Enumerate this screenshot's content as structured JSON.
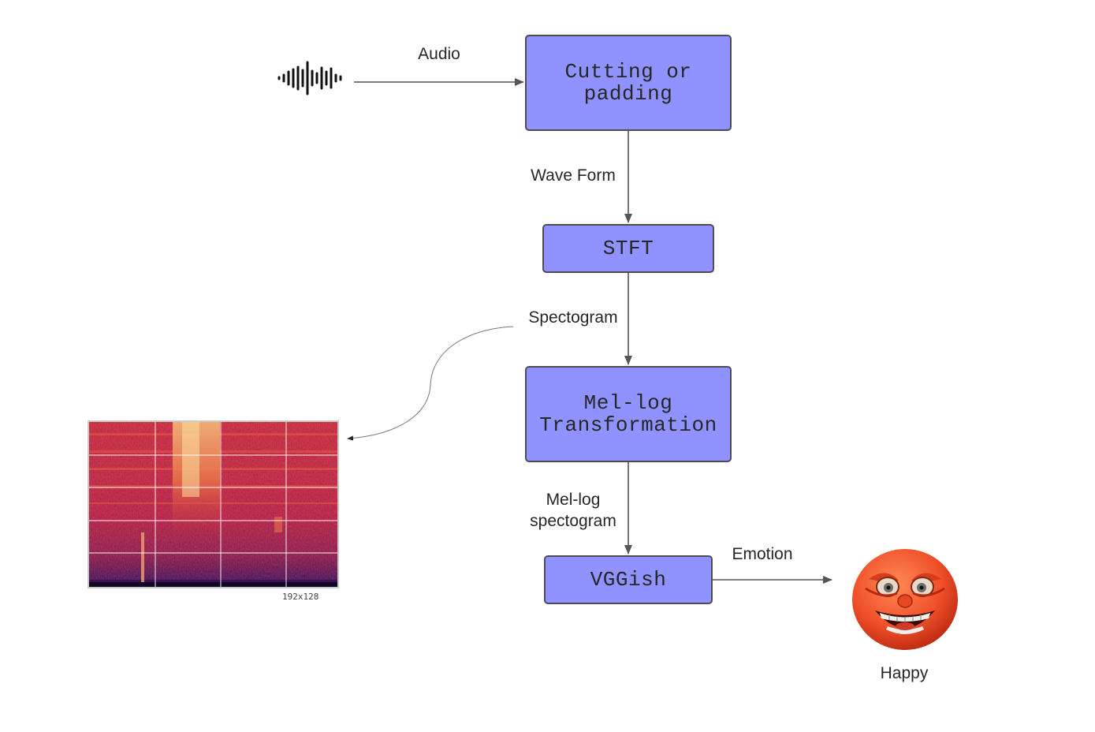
{
  "nodes": {
    "cutting": "Cutting or\npadding",
    "stft": "STFT",
    "mellog": "Mel-log\nTransformation",
    "vggish": "VGGish"
  },
  "edges": {
    "audio": "Audio",
    "waveform": "Wave Form",
    "spectogram": "Spectogram",
    "mellog_spectogram": "Mel-log\nspectogram",
    "emotion": "Emotion"
  },
  "spectrogram_caption": "192x128",
  "output_label": "Happy",
  "icons": {
    "input": "audio-waveform-icon",
    "output": "happy-face-icon"
  },
  "colors": {
    "node_fill": "#8f92ff",
    "node_border": "#4d4d55",
    "arrow": "#555555"
  }
}
